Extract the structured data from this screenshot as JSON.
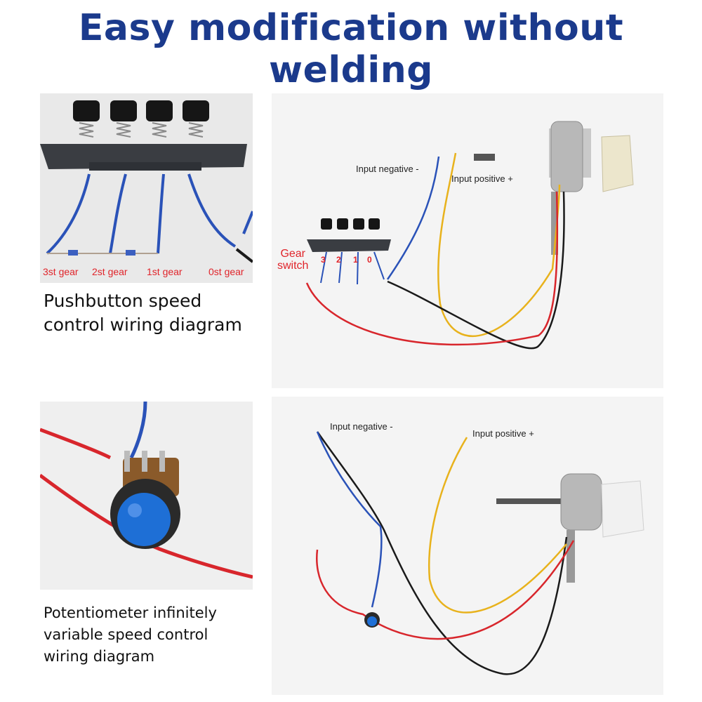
{
  "title": "Easy modification without welding",
  "pushbutton": {
    "gear_labels": [
      "3st gear",
      "2st gear",
      "1st gear",
      "0st gear"
    ],
    "caption_line1": "Pushbutton speed",
    "caption_line2": "control wiring diagram"
  },
  "diagram_top": {
    "input_negative": "Input negative -",
    "input_positive": "Input positive +",
    "gear_switch_line1": "Gear",
    "gear_switch_line2": "switch",
    "switch_numbers": [
      "3",
      "2",
      "1",
      "0"
    ]
  },
  "potentiometer": {
    "caption_line1": "Potentiometer infinitely",
    "caption_line2": "variable speed control",
    "caption_line3": "wiring diagram"
  },
  "diagram_bottom": {
    "input_negative": "Input negative -",
    "input_positive": "Input positive +"
  },
  "colors": {
    "title": "#1b3a8c",
    "wire_red": "#d8262c",
    "wire_blue": "#2a52b8",
    "wire_yellow": "#e8b21c",
    "wire_black": "#1a1a1a"
  }
}
